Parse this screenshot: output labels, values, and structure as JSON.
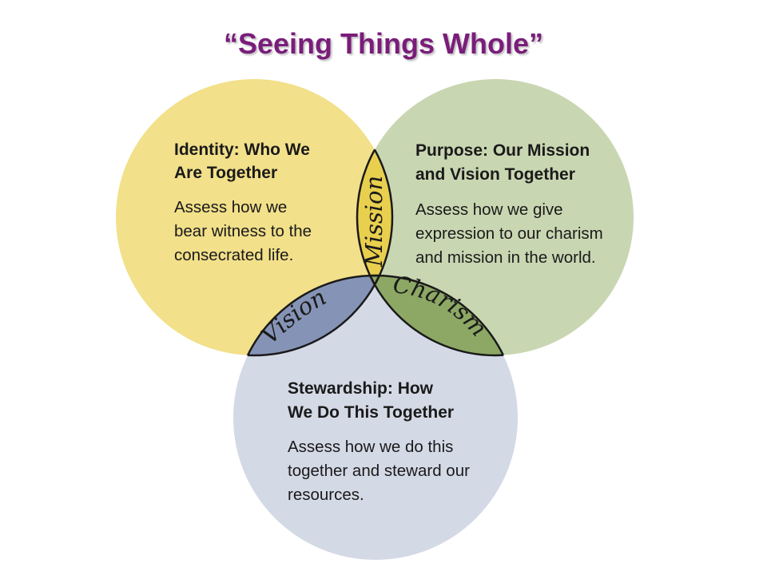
{
  "title": "“Seeing Things Whole”",
  "colors": {
    "identity_fill": "#f2e08a",
    "purpose_fill": "#c9d6b2",
    "stewardship_fill": "#d4d9e6",
    "mission_lens": "#e9cf4e",
    "vision_lens": "#8594b6",
    "charism_lens": "#8da865",
    "outline": "#1a1a1a",
    "title": "#7a1d7a"
  },
  "circles": {
    "identity": {
      "heading_lines": [
        "Identity: Who We",
        "Are Together"
      ],
      "body_lines": [
        "Assess how we",
        "bear witness to the",
        "consecrated life."
      ]
    },
    "purpose": {
      "heading_lines": [
        "Purpose: Our Mission",
        "and Vision Together"
      ],
      "body_lines": [
        "Assess how we give",
        "expression to our charism",
        "and mission in the world."
      ]
    },
    "stewardship": {
      "heading_lines": [
        "Stewardship: How",
        "We Do This Together"
      ],
      "body_lines": [
        "Assess how we do this",
        "together and steward our",
        "resources."
      ]
    }
  },
  "overlaps": {
    "mission": "Mission",
    "vision": "Vision",
    "charism": "Charism"
  }
}
